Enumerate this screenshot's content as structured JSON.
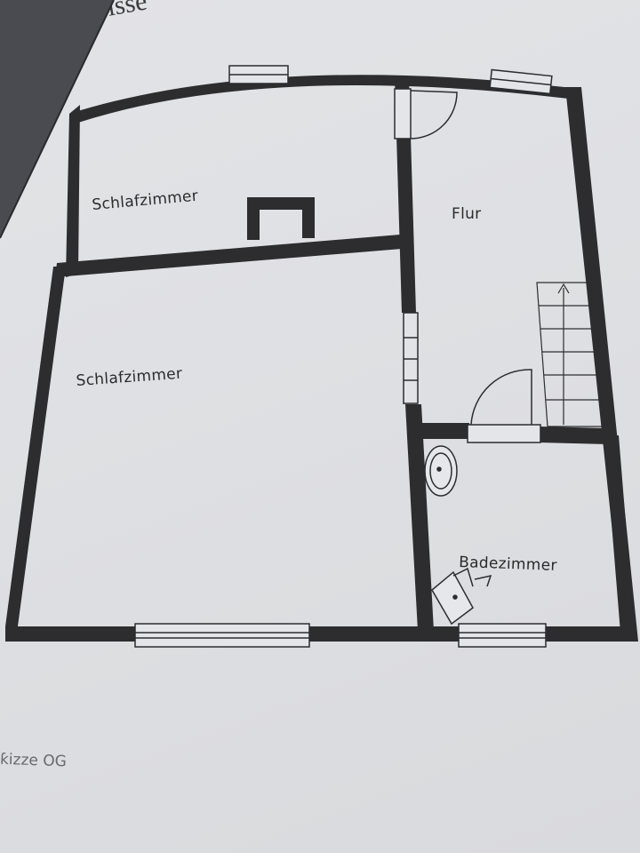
{
  "header": {
    "fragment": "risse"
  },
  "rooms": {
    "bedroom_small": "Schlafzimmer",
    "bedroom_large": "Schlafzimmer",
    "hall": "Flur",
    "bathroom": "Badezimmer"
  },
  "caption": "ƙizze OG",
  "colors": {
    "wall": "#2d2d30",
    "paper": "#e0e1e4",
    "window": "#e4e5e8"
  },
  "icons": [
    "door-swing-icon",
    "stairs-icon",
    "sink-icon",
    "toilet-icon",
    "chimney-icon",
    "window-icon"
  ]
}
